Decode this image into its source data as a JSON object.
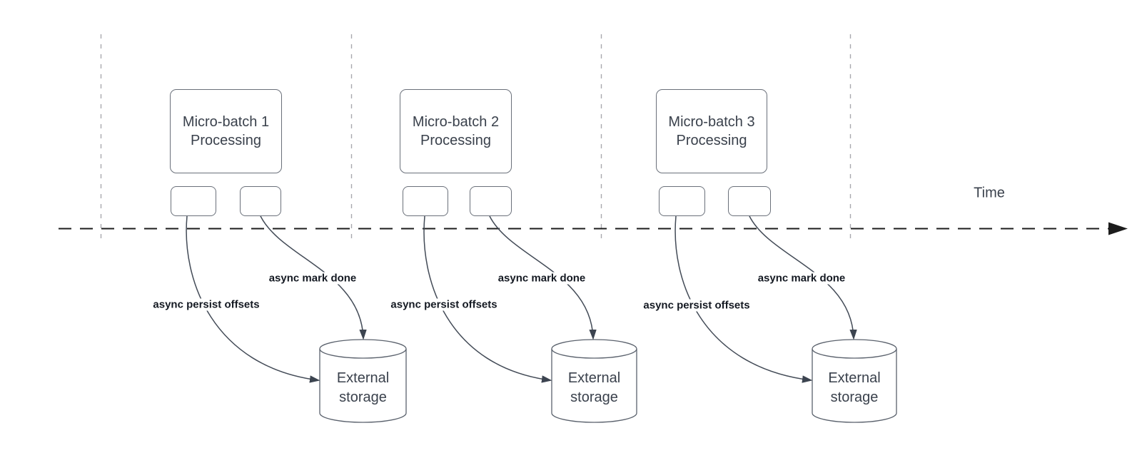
{
  "colors": {
    "background": "#ffffff",
    "shape_border": "#6a707a",
    "shape_text": "#3a414c",
    "connector": "#434b57",
    "arrowhead_fill": "#3c4450",
    "bold_label_text": "#141922",
    "timeline": "#1c1c1c",
    "guide_line": "#a8a8ae"
  },
  "time_axis": {
    "label": "Time"
  },
  "groups": [
    {
      "id": "micro-batch-1",
      "box": {
        "line1": "Micro-batch 1",
        "line2": "Processing"
      },
      "persist_label": "async persist offsets",
      "mark_label": "async mark done",
      "storage": {
        "line1": "External",
        "line2": "storage"
      }
    },
    {
      "id": "micro-batch-2",
      "box": {
        "line1": "Micro-batch 2",
        "line2": "Processing"
      },
      "persist_label": "async persist offsets",
      "mark_label": "async mark done",
      "storage": {
        "line1": "External",
        "line2": "storage"
      }
    },
    {
      "id": "micro-batch-3",
      "box": {
        "line1": "Micro-batch 3",
        "line2": "Processing"
      },
      "persist_label": "async persist offsets",
      "mark_label": "async mark done",
      "storage": {
        "line1": "External",
        "line2": "storage"
      }
    }
  ]
}
